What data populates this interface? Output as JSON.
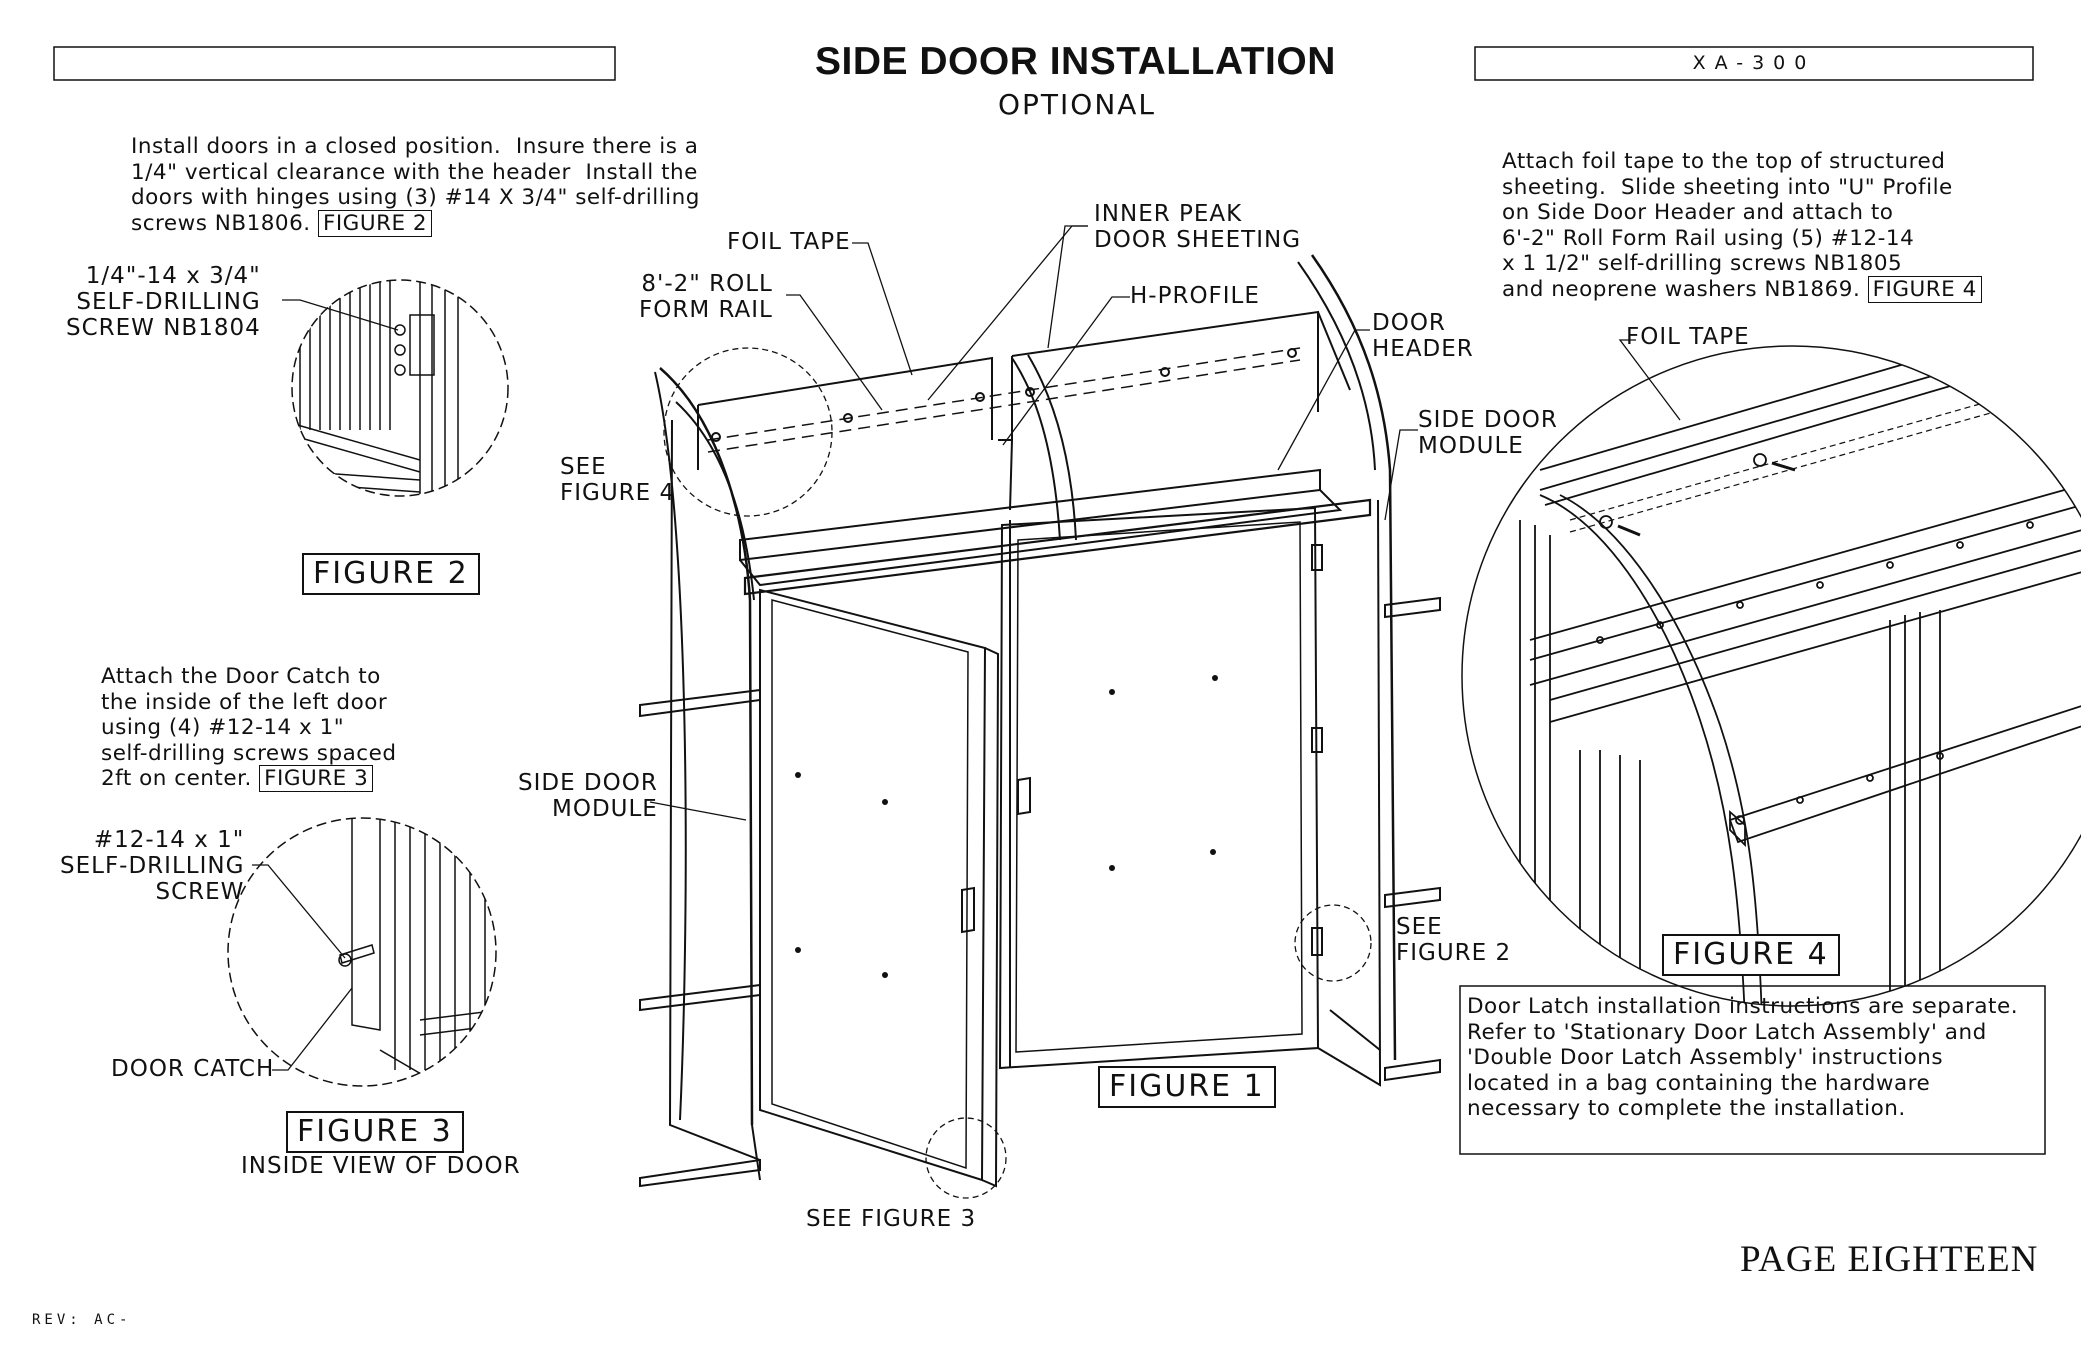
{
  "header": {
    "title": "SIDE DOOR INSTALLATION",
    "subtitle": "OPTIONAL",
    "drawing_number": "XA-300",
    "left_box_text": ""
  },
  "notes": {
    "install_doors": {
      "lines": [
        "Install doors in a closed position.  Insure there is a",
        "1/4\" vertical clearance with the header  Install the",
        "doors with hinges using (3) #14 X 3/4\" self-drilling",
        "screws NB1806."
      ],
      "ref": "FIGURE 2"
    },
    "door_catch": {
      "lines": [
        "Attach the Door Catch to",
        "the inside of the left door",
        "using (4) #12-14 x 1\"",
        "self-drilling screws spaced",
        "2ft on center."
      ],
      "ref": "FIGURE 3"
    },
    "foil_tape": {
      "lines": [
        "Attach foil tape to the top of structured",
        "sheeting.  Slide sheeting into \"U\" Profile",
        "on Side Door Header and attach to",
        "6'-2\" Roll Form Rail using (5) #12-14",
        "x 1 1/2\" self-drilling screws NB1805",
        "and neoprene washers NB1869."
      ],
      "ref": "FIGURE 4"
    },
    "door_latch": {
      "lines": [
        "Door Latch installation instructions are separate.",
        "Refer to 'Stationary Door Latch Assembly' and",
        "'Double Door Latch Assembly' instructions",
        "located in a bag containing the hardware",
        "necessary to complete the installation."
      ]
    }
  },
  "figures": {
    "fig1": "FIGURE 1",
    "fig2": "FIGURE 2",
    "fig3": "FIGURE 3",
    "fig3_caption": "INSIDE VIEW OF DOOR",
    "fig4": "FIGURE 4"
  },
  "callouts": {
    "fig2_screw": [
      "1/4\"-14 x 3/4\"",
      "SELF-DRILLING",
      "SCREW NB1804"
    ],
    "fig3_screw": [
      "#12-14 x 1\"",
      "SELF-DRILLING",
      "SCREW"
    ],
    "door_catch": "DOOR CATCH",
    "foil_tape": "FOIL TAPE",
    "roll_form_rail": [
      "8'-2\" ROLL",
      "FORM RAIL"
    ],
    "inner_peak": [
      "INNER PEAK",
      "DOOR SHEETING"
    ],
    "h_profile": "H-PROFILE",
    "door_header": [
      "DOOR",
      "HEADER"
    ],
    "side_door_module_right": [
      "SIDE DOOR",
      "MODULE"
    ],
    "side_door_module_left": [
      "SIDE DOOR",
      "MODULE"
    ],
    "see_fig4": [
      "SEE",
      "FIGURE 4"
    ],
    "see_fig2": [
      "SEE",
      "FIGURE 2"
    ],
    "see_fig3": "SEE FIGURE 3",
    "fig4_foil_tape": "FOIL TAPE"
  },
  "footer": {
    "page": "PAGE EIGHTEEN",
    "revision": "REV: AC-"
  }
}
